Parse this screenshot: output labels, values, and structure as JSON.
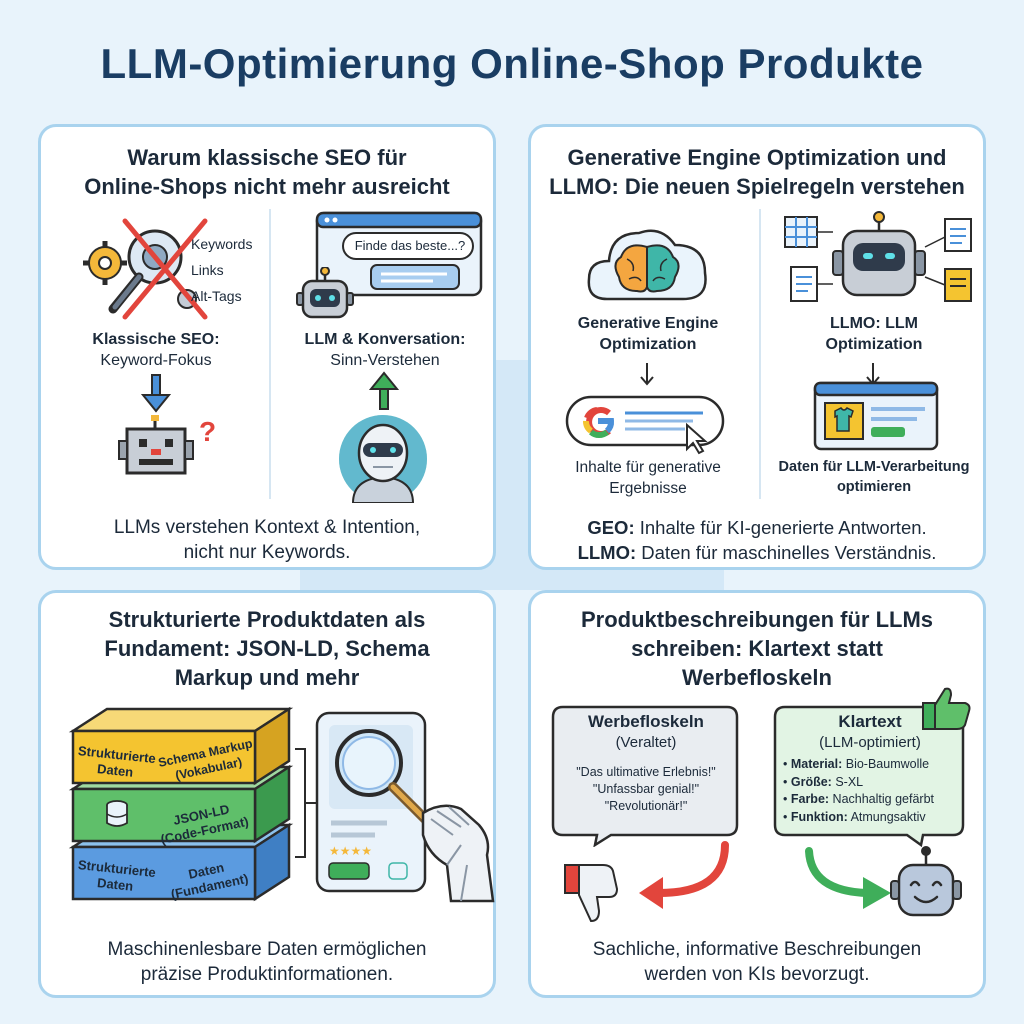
{
  "title": "LLM-Optimierung Online-Shop Produkte",
  "card1": {
    "heading_l1": "Warum klassische SEO für",
    "heading_l2": "Online-Shops nicht mehr ausreicht",
    "tags": [
      "Keywords",
      "Links",
      "Alt-Tags"
    ],
    "left_title": "Klassische SEO:",
    "left_sub": "Keyword-Fokus",
    "chat_text": "Finde das beste...?",
    "right_title": "LLM & Konversation:",
    "right_sub": "Sinn-Verstehen",
    "footer_l1": "LLMs verstehen Kontext & Intention,",
    "footer_l2": "nicht nur Keywords."
  },
  "card2": {
    "heading_l1": "Generative Engine Optimization und",
    "heading_l2": "LLMO: Die neuen Spielregeln verstehen",
    "left_title_l1": "Generative Engine",
    "left_title_l2": "Optimization",
    "left_sub_l1": "Inhalte für generative",
    "left_sub_l2": "Ergebnisse",
    "right_title_l1": "LLMO: LLM",
    "right_title_l2": "Optimization",
    "right_sub_l1": "Daten für LLM-Verarbeitung",
    "right_sub_l2": "optimieren",
    "footer1_bold": "GEO:",
    "footer1_text": " Inhalte für KI-generierte Antworten.",
    "footer2_bold": "LLMO:",
    "footer2_text": " Daten für maschinelles Verständnis."
  },
  "card3": {
    "heading_l1": "Strukturierte Produktdaten als",
    "heading_l2": "Fundament: JSON-LD, Schema",
    "heading_l3": "Markup und mehr",
    "layer_top_left_l1": "Strukturierte",
    "layer_top_left_l2": "Daten",
    "layer_top_right_l1": "Schema Markup",
    "layer_top_right_l2": "(Vokabular)",
    "layer_mid_l1": "JSON-LD",
    "layer_mid_l2": "(Code-Format)",
    "layer_bot_left_l1": "Strukturierte",
    "layer_bot_left_l2": "Daten",
    "layer_bot_right_l1": "Daten",
    "layer_bot_right_l2": "(Fundament)",
    "footer_l1": "Maschinenlesbare Daten ermöglichen",
    "footer_l2": "präzise Produktinformationen."
  },
  "card4": {
    "heading_l1": "Produktbeschreibungen für LLMs",
    "heading_l2": "schreiben: Klartext statt",
    "heading_l3": "Werbefloskeln",
    "left_title": "Werbefloskeln",
    "left_sub": "(Veraltet)",
    "left_quotes": [
      "\"Das ultimative Erlebnis!\"",
      "\"Unfassbar genial!\"",
      "\"Revolutionär!\""
    ],
    "right_title": "Klartext",
    "right_sub": "(LLM-optimiert)",
    "attrs": [
      {
        "key": "Material:",
        "val": " Bio-Baumwolle"
      },
      {
        "key": "Größe:",
        "val": " S-XL"
      },
      {
        "key": "Farbe:",
        "val": " Nachhaltig gefärbt"
      },
      {
        "key": "Funktion:",
        "val": " Atmungsaktiv"
      }
    ],
    "footer_l1": "Sachliche, informative Beschreibungen",
    "footer_l2": "werden von KIs bevorzugt."
  },
  "colors": {
    "title": "#1a3d63",
    "border": "#a9d3ee",
    "red": "#e2453c",
    "green": "#3fae5a",
    "yellow": "#f4c430",
    "blue": "#4a90d9"
  }
}
